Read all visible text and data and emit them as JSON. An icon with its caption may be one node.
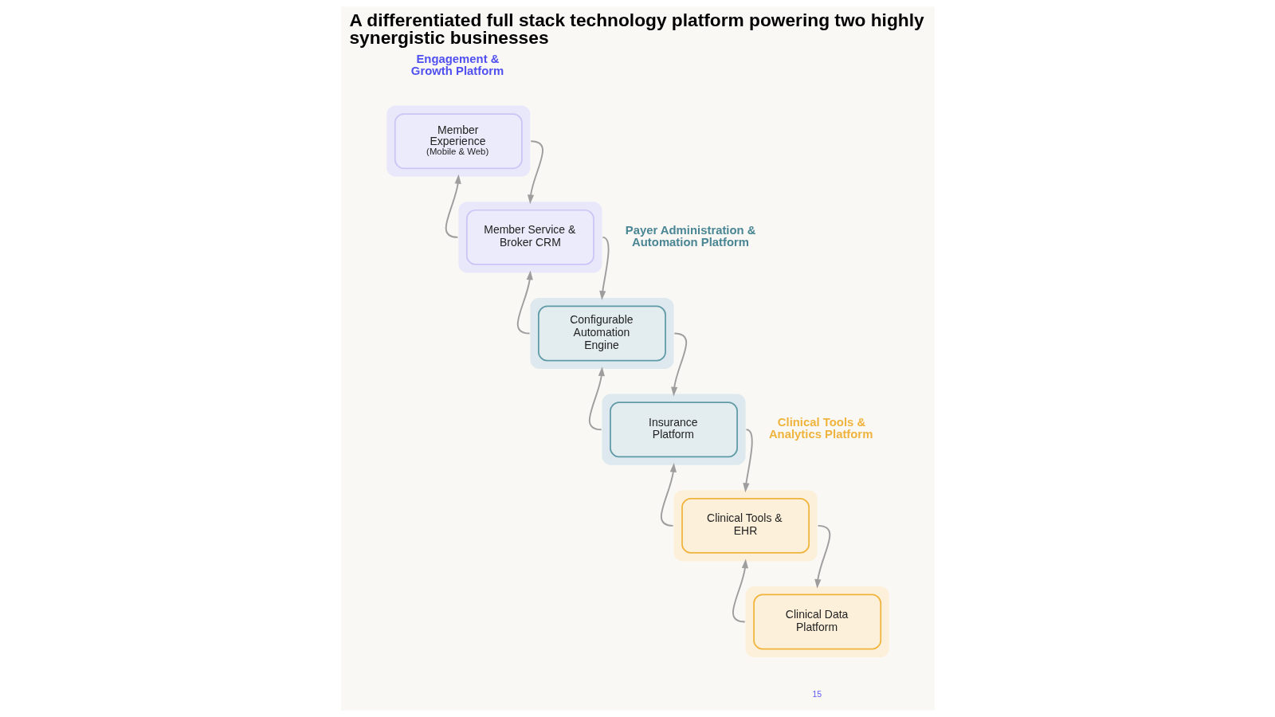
{
  "diagram": {
    "title": "A differentiated full stack technology platform powering two highly synergistic businesses",
    "nodes": [
      {
        "text": [
          "Member Experience",
          "(Mobile & Web)"
        ]
      },
      {
        "text": [
          "Member Service & Broker CRM"
        ]
      },
      {
        "text": [
          "Configurable Automation Engine"
        ]
      },
      {
        "text": [
          "Insurance Platform"
        ]
      },
      {
        "text": [
          "Clinical Tools & EHR"
        ]
      },
      {
        "text": [
          "Clinical Data Platform"
        ]
      }
    ],
    "edges": [
      {
        "from": 0,
        "to": 1,
        "arrow": "to"
      },
      {
        "from": 1,
        "to": 0,
        "arrow": "to"
      },
      {
        "from": 1,
        "to": 2,
        "arrow": "to"
      },
      {
        "from": 2,
        "to": 1,
        "arrow": "to"
      },
      {
        "from": 2,
        "to": 3,
        "arrow": "to"
      },
      {
        "from": 3,
        "to": 2,
        "arrow": "to"
      },
      {
        "from": 3,
        "to": 4,
        "arrow": "to"
      },
      {
        "from": 4,
        "to": 3,
        "arrow": "to"
      },
      {
        "from": 4,
        "to": 5,
        "arrow": "to"
      },
      {
        "from": 5,
        "to": 4,
        "arrow": "to"
      }
    ],
    "labels": [
      "Engagement & Growth Platform",
      "Payer Administration & Automation Platform",
      "Clinical Tools & Analytics Platform",
      "15"
    ]
  }
}
